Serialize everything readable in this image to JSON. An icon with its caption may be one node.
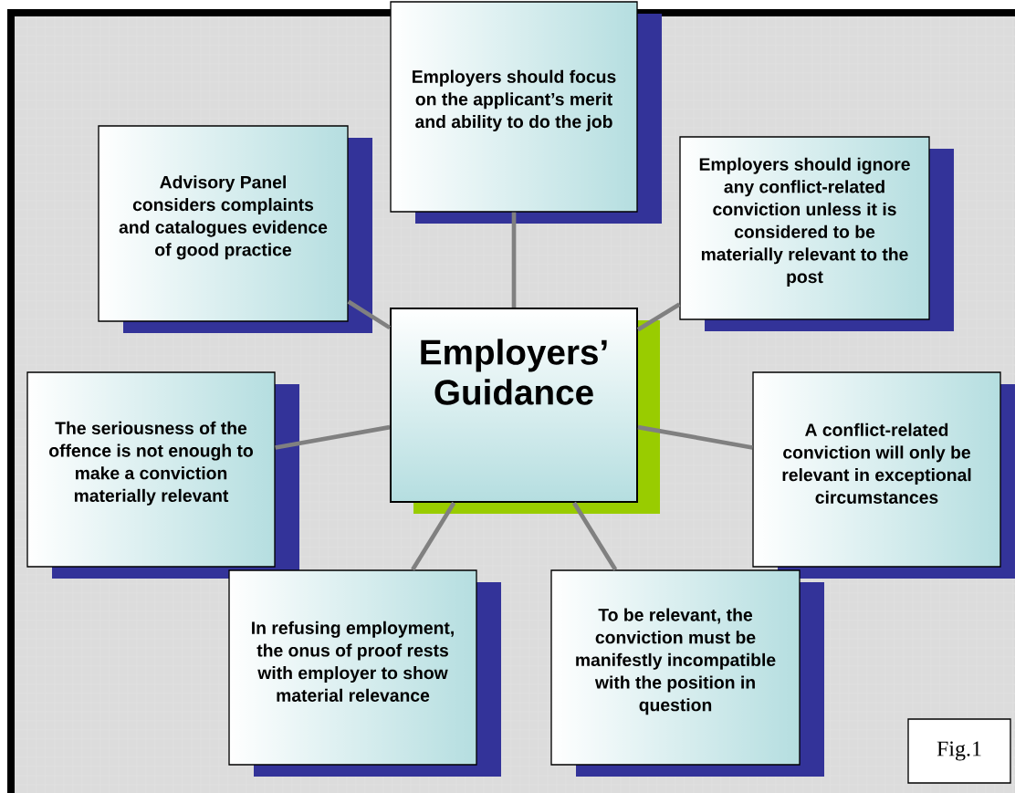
{
  "diagram": {
    "nodes": [
      {
        "text": [
          "Employers’ Guidance"
        ]
      },
      {
        "text": [
          "Employers should focus on the applicant’s merit and ability to do the job"
        ]
      },
      {
        "text": [
          "Advisory Panel considers complaints and catalogues evidence of good practice"
        ]
      },
      {
        "text": [
          "Employers should ignore any conflict-related conviction unless it is considered to be materially relevant to the post"
        ]
      },
      {
        "text": [
          "The seriousness of the offence is not enough to make a conviction materially relevant"
        ]
      },
      {
        "text": [
          "A conflict-related conviction will only be relevant in exceptional circumstances"
        ]
      },
      {
        "text": [
          "In refusing employment, the onus of proof rests with employer to show material relevance"
        ]
      },
      {
        "text": [
          "To be relevant, the conviction must be manifestly incompatible with the position in question"
        ]
      },
      {
        "text": [
          "Fig.1"
        ]
      }
    ],
    "edges": [
      {
        "from": 0,
        "to": 1,
        "arrow": "none"
      },
      {
        "from": 0,
        "to": 2,
        "arrow": "none"
      },
      {
        "from": 0,
        "to": 3,
        "arrow": "none"
      },
      {
        "from": 0,
        "to": 4,
        "arrow": "none"
      },
      {
        "from": 0,
        "to": 5,
        "arrow": "none"
      },
      {
        "from": 0,
        "to": 6,
        "arrow": "none"
      },
      {
        "from": 0,
        "to": 7,
        "arrow": "none"
      }
    ]
  }
}
